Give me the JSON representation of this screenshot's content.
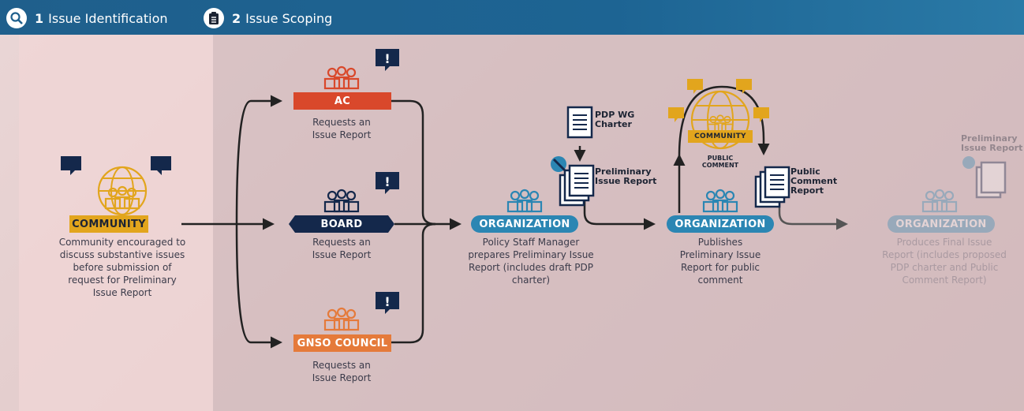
{
  "tabs": [
    {
      "num": "1",
      "label": "Issue Identification",
      "icon": "magnifier-icon"
    },
    {
      "num": "2",
      "label": "Issue Scoping",
      "icon": "clipboard-icon"
    }
  ],
  "community": {
    "label": "COMMUNITY",
    "caption": [
      "Community encouraged to",
      "discuss substantive issues",
      "before submission of",
      "request for Preliminary",
      "Issue Report"
    ]
  },
  "ac": {
    "label": "AC",
    "caption": [
      "Requests an",
      "Issue Report"
    ]
  },
  "board": {
    "label": "BOARD",
    "caption": [
      "Requests an",
      "Issue Report"
    ]
  },
  "gnso": {
    "label": "GNSO COUNCIL",
    "caption": [
      "Requests an",
      "Issue Report"
    ]
  },
  "org1": {
    "label": "ORGANIZATION",
    "caption": [
      "Policy Staff Manager",
      "prepares Preliminary Issue",
      "Report (includes draft PDP",
      "charter)"
    ]
  },
  "docs": {
    "charter": [
      "PDP WG",
      "Charter"
    ],
    "prelim": [
      "Preliminary",
      "Issue Report"
    ],
    "public": [
      "Public",
      "Comment",
      "Report"
    ],
    "prelim2": [
      "Preliminary",
      "Issue Report"
    ]
  },
  "public_comment": {
    "community_label": "COMMUNITY",
    "arc_label": [
      "PUBLIC",
      "COMMENT"
    ]
  },
  "org2": {
    "label": "ORGANIZATION",
    "caption": [
      "Publishes",
      "Preliminary Issue",
      "Report for public",
      "comment"
    ]
  },
  "org3": {
    "label": "ORGANIZATION",
    "caption": [
      "Produces Final Issue",
      "Report (includes proposed",
      "PDP charter and Public",
      "Comment Report)"
    ]
  },
  "colors": {
    "ac": "#d9482b",
    "board": "#14284b",
    "gnso": "#e57a3a",
    "org": "#2b86b3",
    "community": "#e2a51d"
  }
}
